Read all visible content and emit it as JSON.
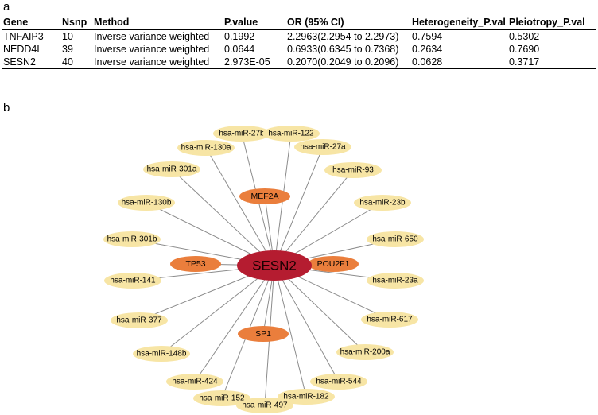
{
  "panel_a": {
    "label": "a",
    "columns": [
      "Gene",
      "Nsnp",
      "Method",
      "P.value",
      "OR (95% CI)",
      "Heterogeneity_P.val",
      "Pleiotropy_P.val"
    ],
    "rows": [
      [
        "TNFAIP3",
        "10",
        "Inverse variance weighted",
        "0.1992",
        "2.2963(2.2954 to 2.2973)",
        "0.7594",
        "0.5302"
      ],
      [
        "NEDD4L",
        "39",
        "Inverse variance weighted",
        "0.0644",
        "0.6933(0.6345 to 0.7368)",
        "0.2634",
        "0.7690"
      ],
      [
        "SESN2",
        "40",
        "Inverse variance weighted",
        "2.973E-05",
        "0.2070(0.2049 to 0.2096)",
        "0.0628",
        "0.3717"
      ]
    ]
  },
  "panel_b": {
    "label": "b",
    "hub": "SESN2",
    "transcription_factors": [
      "MEF2A",
      "TP53",
      "POU2F1",
      "SP1"
    ],
    "mirnas": [
      "hsa-miR-27b",
      "hsa-miR-122",
      "hsa-miR-130a",
      "hsa-miR-27a",
      "hsa-miR-301a",
      "hsa-miR-93",
      "hsa-miR-130b",
      "hsa-miR-23b",
      "hsa-miR-301b",
      "hsa-miR-650",
      "hsa-miR-141",
      "hsa-miR-23a",
      "hsa-miR-377",
      "hsa-miR-617",
      "hsa-miR-148b",
      "hsa-miR-200a",
      "hsa-miR-424",
      "hsa-miR-544",
      "hsa-miR-152",
      "hsa-miR-182",
      "hsa-miR-497"
    ],
    "colors": {
      "hub": "#b51c30",
      "transcription_factor": "#ea7e3c",
      "mirna": "#f7e5a5",
      "edge": "#8c8c8c"
    }
  }
}
